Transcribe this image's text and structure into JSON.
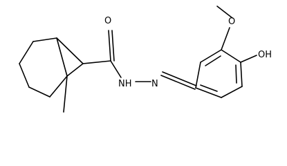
{
  "molecule": {
    "atoms": [
      {
        "id": "a1",
        "symbol": "O"
      },
      {
        "id": "a2",
        "symbol": "NH"
      },
      {
        "id": "a3",
        "symbol": "N"
      },
      {
        "id": "a4",
        "symbol": "O"
      },
      {
        "id": "a5",
        "symbol": "OH"
      }
    ]
  }
}
